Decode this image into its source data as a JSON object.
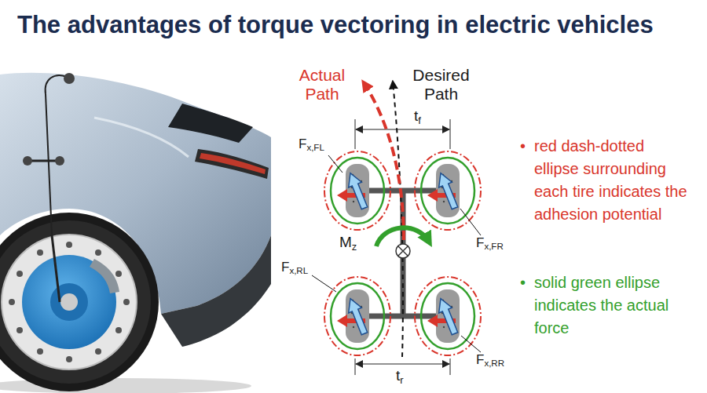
{
  "diagram": {
    "title": "The advantages of torque vectoring in electric vehicles",
    "labels": [
      "Actual Path",
      "Desired Path",
      "t",
      "f",
      "F",
      "x,FL",
      "F",
      "x,FR",
      "M",
      "z",
      "F",
      "x,RL",
      "F",
      "x,RR",
      "t",
      "r",
      "•",
      "red dash-dotted ellipse surrounding each tire indicates the adhesion potential",
      "•",
      "solid green ellipse indicates the actual force"
    ]
  }
}
